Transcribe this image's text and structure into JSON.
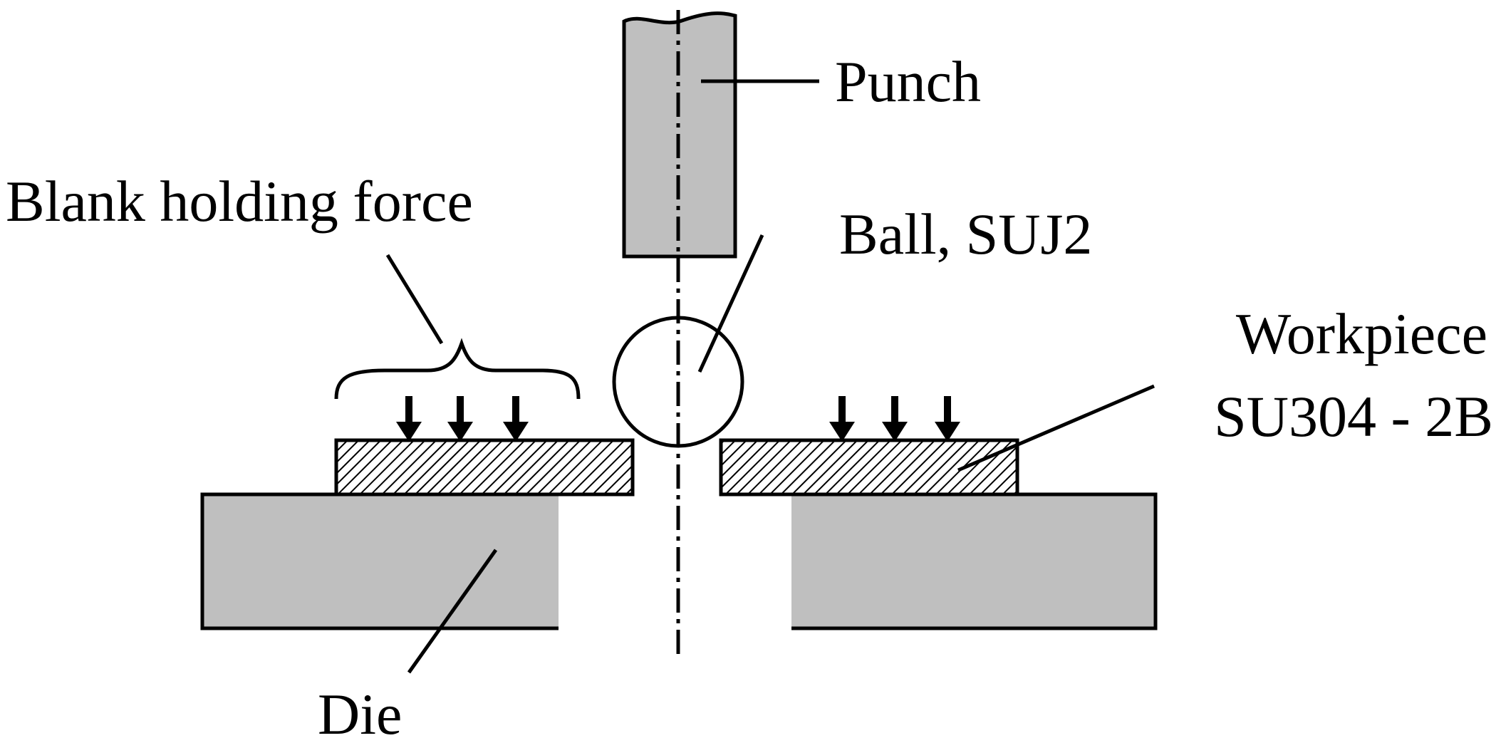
{
  "labels": {
    "punch": "Punch",
    "ball": "Ball, SUJ2",
    "blank_holding_force": "Blank holding force",
    "workpiece_line1": "Workpiece",
    "workpiece_line2": "SU304 - 2B",
    "die": "Die"
  },
  "colors": {
    "tool_fill": "#bfbfbf",
    "outline": "#000000",
    "background": "#ffffff"
  }
}
